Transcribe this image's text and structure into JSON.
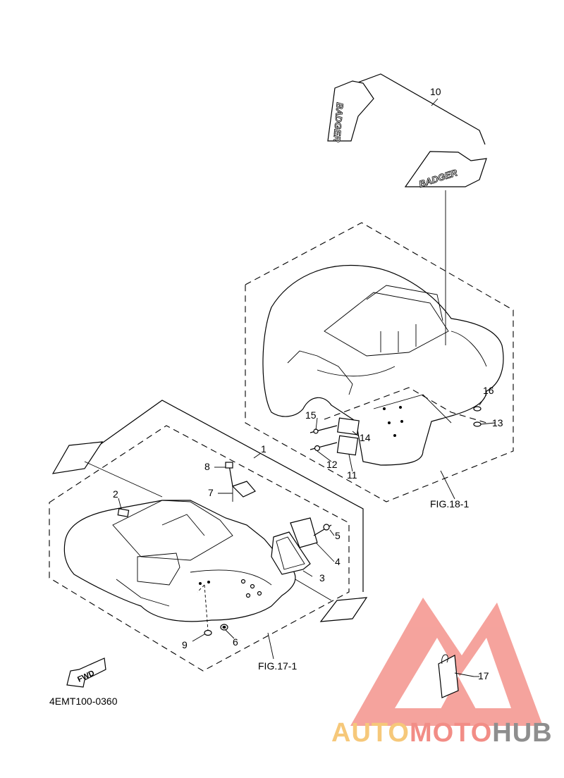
{
  "callouts": {
    "p1": "1",
    "p2": "2",
    "p3": "3",
    "p4": "4",
    "p5": "5",
    "p6": "6",
    "p7": "7",
    "p8": "8",
    "p9": "9",
    "p10": "10",
    "p11": "11",
    "p12": "12",
    "p13": "13",
    "p14": "14",
    "p15": "15",
    "p16": "16",
    "p17": "17"
  },
  "figure_refs": {
    "front": "FIG.17-1",
    "rear": "FIG.18-1"
  },
  "decal_text": "BADGER",
  "fwd_label": "FWD",
  "diagram_code": "4EMT100-0360",
  "watermark": {
    "part1": "AUTO",
    "part2": "MOTO",
    "part3": "HUB",
    "colors": {
      "auto": "#f6c87a",
      "moto": "#f28d86",
      "hub": "#8e8e8e",
      "triangle": "#f4938c"
    }
  }
}
